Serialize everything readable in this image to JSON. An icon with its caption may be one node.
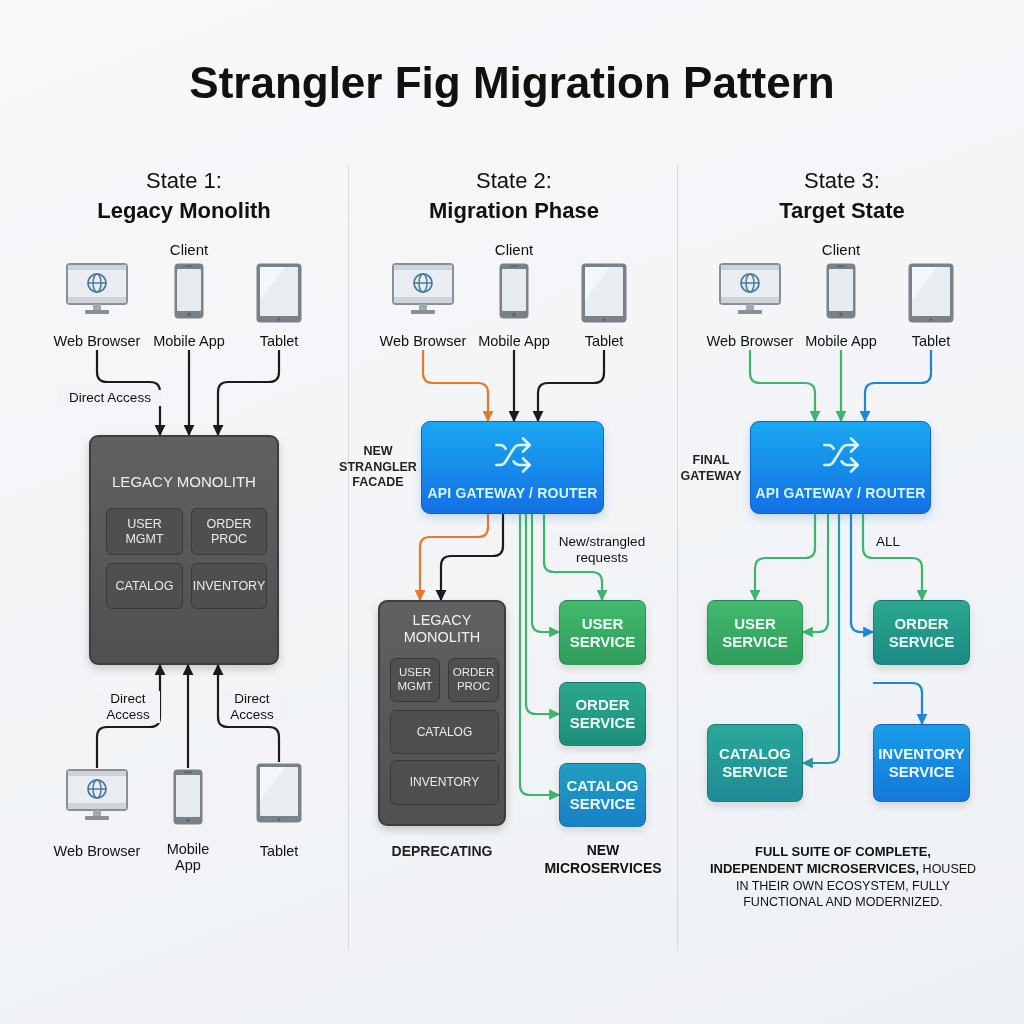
{
  "diagram": {
    "title": "Strangler Fig Migration Pattern",
    "nodes": [
      {
        "text": [
          "Web Browser"
        ]
      },
      {
        "text": [
          "Mobile App"
        ]
      },
      {
        "text": [
          "Tablet"
        ]
      },
      {
        "text": [
          "LEGACY MONOLITH"
        ]
      },
      {
        "text": [
          "USER MGMT"
        ],
        "in": 3
      },
      {
        "text": [
          "ORDER PROC"
        ],
        "in": 3
      },
      {
        "text": [
          "CATALOG"
        ],
        "in": 3
      },
      {
        "text": [
          "INVENTORY"
        ],
        "in": 3
      },
      {
        "text": [
          "Web Browser"
        ]
      },
      {
        "text": [
          "Mobile App"
        ]
      },
      {
        "text": [
          "Tablet"
        ]
      },
      {
        "text": [
          "Web Browser"
        ]
      },
      {
        "text": [
          "Mobile App"
        ]
      },
      {
        "text": [
          "Tablet"
        ]
      },
      {
        "text": [
          "API GATEWAY / ROUTER"
        ],
        "beside": [
          "NEW STRANGLER FACADE"
        ]
      },
      {
        "text": [
          "LEGACY MONOLITH"
        ],
        "beside": [
          "DEPRECATING"
        ]
      },
      {
        "text": [
          "USER MGMT"
        ],
        "in": 15
      },
      {
        "text": [
          "ORDER PROC"
        ],
        "in": 15
      },
      {
        "text": [
          "CATALOG"
        ],
        "in": 15
      },
      {
        "text": [
          "INVENTORY"
        ],
        "in": 15
      },
      {
        "text": [
          "USER SERVICE"
        ]
      },
      {
        "text": [
          "ORDER SERVICE"
        ]
      },
      {
        "text": [
          "CATALOG SERVICE"
        ]
      },
      {
        "text": [
          "Web Browser"
        ]
      },
      {
        "text": [
          "Mobile App"
        ]
      },
      {
        "text": [
          "Tablet"
        ]
      },
      {
        "text": [
          "API GATEWAY / ROUTER"
        ],
        "beside": [
          "FINAL GATEWAY"
        ]
      },
      {
        "text": [
          "USER SERVICE"
        ]
      },
      {
        "text": [
          "ORDER SERVICE"
        ]
      },
      {
        "text": [
          "CATALOG SERVICE"
        ]
      },
      {
        "text": [
          "INVENTORY SERVICE"
        ]
      }
    ],
    "edges": [
      {
        "from": 0,
        "to": 3,
        "arrow": "to",
        "label": "Direct Access"
      },
      {
        "from": 1,
        "to": 3,
        "arrow": "to"
      },
      {
        "from": 2,
        "to": 3,
        "arrow": "to"
      },
      {
        "from": 8,
        "to": 3,
        "arrow": "to",
        "label": "Direct Access"
      },
      {
        "from": 9,
        "to": 3,
        "arrow": "to"
      },
      {
        "from": 10,
        "to": 3,
        "arrow": "to",
        "label": "Direct Access"
      },
      {
        "from": 11,
        "to": 14,
        "arrow": "to",
        "color": "#e8792c"
      },
      {
        "from": 12,
        "to": 14,
        "arrow": "to"
      },
      {
        "from": 13,
        "to": 14,
        "arrow": "to"
      },
      {
        "from": 14,
        "to": 15,
        "arrow": "to",
        "color": "#e8792c"
      },
      {
        "from": 14,
        "to": 15,
        "arrow": "to"
      },
      {
        "from": 14,
        "to": 20,
        "arrow": "to",
        "color": "#3db56e",
        "label": "New/strangled requests"
      },
      {
        "from": 14,
        "to": 20,
        "arrow": "to",
        "color": "#3db56e"
      },
      {
        "from": 14,
        "to": 21,
        "arrow": "to",
        "color": "#3db56e"
      },
      {
        "from": 14,
        "to": 22,
        "arrow": "to",
        "color": "#3db56e"
      },
      {
        "from": 23,
        "to": 26,
        "arrow": "to",
        "color": "#3db56e"
      },
      {
        "from": 24,
        "to": 26,
        "arrow": "to",
        "color": "#3db56e"
      },
      {
        "from": 25,
        "to": 26,
        "arrow": "to",
        "color": "#1d86d6"
      },
      {
        "from": 26,
        "to": 27,
        "arrow": "to",
        "color": "#3db56e"
      },
      {
        "from": 26,
        "to": 27,
        "arrow": "to",
        "color": "#3db56e"
      },
      {
        "from": 26,
        "to": 28,
        "arrow": "to",
        "color": "#3db56e",
        "label": "ALL"
      },
      {
        "from": 26,
        "to": 28,
        "arrow": "to",
        "color": "#1d86d6"
      },
      {
        "from": 26,
        "to": 29,
        "arrow": "to",
        "color": "#2a98a6"
      },
      {
        "from": null,
        "to": 30,
        "arrow": "to",
        "color": "#1d86d6"
      }
    ],
    "labels": [
      "State 1: **Legacy Monolith**",
      "Client",
      "State 2: **Migration Phase**",
      "Client",
      "State 3: **Target State**",
      "Client",
      "NEW MICROSERVICES",
      "**FULL SUITE OF COMPLETE, INDEPENDENT MICROSERVICES,** HOUSED IN THEIR OWN ECOSYSTEM, FULLY FUNCTIONAL AND MODERNIZED."
    ]
  }
}
